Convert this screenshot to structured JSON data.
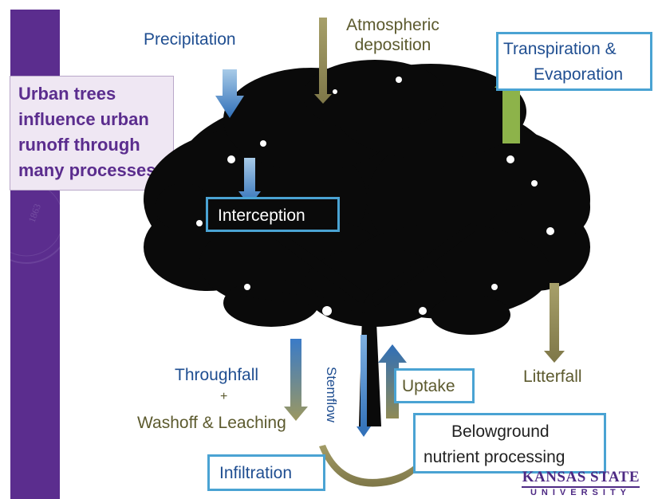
{
  "callout": {
    "lines": [
      "Urban trees",
      "influence urban",
      "runoff through",
      "many processes"
    ]
  },
  "labels": {
    "precipitation": "Precipitation",
    "atmospheric_1": "Atmospheric",
    "atmospheric_2": "deposition",
    "transpiration_1": "Transpiration &",
    "transpiration_2": "Evaporation",
    "interception": "Interception",
    "throughfall": "Throughfall",
    "plus": "+",
    "washoff": "Washoff & Leaching",
    "stemflow": "Stemflow",
    "uptake": "Uptake",
    "litterfall": "Litterfall",
    "infiltration": "Infiltration",
    "belowground_1": "Belowground",
    "belowground_2": "nutrient processing"
  },
  "seal": {
    "year": "1863"
  },
  "logo": {
    "title": "KANSAS STATE",
    "subtitle": "UNIVERSITY"
  },
  "colors": {
    "purple": "#5b2d8e",
    "box_border": "#4aa3d3",
    "blue_text": "#1f4e91",
    "olive_text": "#5c5a2e",
    "green_arrow": "#8db34a"
  }
}
